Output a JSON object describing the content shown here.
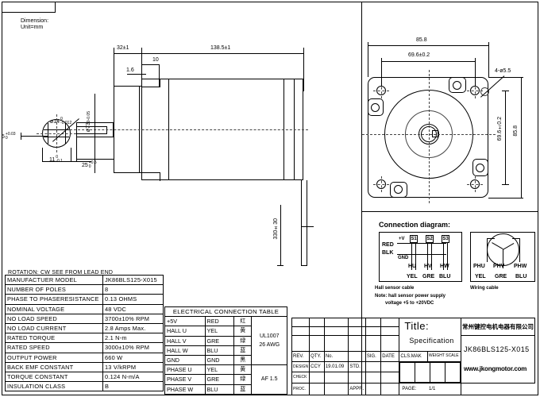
{
  "sheet": {
    "unit_note_line1": "Dimension:",
    "unit_note_line2": "Unit=mm"
  },
  "side_view": {
    "dims": {
      "flange_len": "32±1",
      "body_len": "138.5±1",
      "step_10": "10",
      "step_16": "1.6",
      "shaft_len": "25",
      "shaft_len_tol_up": "+0.5",
      "shaft_len_tol_dn": "0",
      "shaft_dia": "ø14",
      "shaft_dia_tol_up": "0",
      "shaft_dia_tol_dn": "-0.012",
      "pilot_dia": "ø73",
      "pilot_dia_tol_up": "0",
      "pilot_dia_tol_dn": "-0.05",
      "flat_len": "11",
      "flat_len_tol_up": "0",
      "flat_len_tol_dn": "-0.1",
      "key_w": "5",
      "key_w_tol_up": "+0.03",
      "key_w_tol_dn": "0",
      "cable_len": "330±30"
    }
  },
  "front_view": {
    "dims": {
      "width": "85.8",
      "bolt_circle_h": "69.6±0.2",
      "bolt_circle_v": "69.6±0.2",
      "height": "85.8",
      "holes": "4-ø5.5"
    }
  },
  "connection_diagram": {
    "title": "Connection diagram:",
    "hall": {
      "caption": "Hall sensor cable",
      "power_red": "RED",
      "power_blk": "BLK",
      "plus_v": "+V",
      "gnd": "GND",
      "sensors": [
        "S1",
        "S2",
        "S3"
      ],
      "signals": [
        "HU",
        "HV",
        "HW"
      ],
      "colors": [
        "YEL",
        "GRE",
        "BLU"
      ]
    },
    "wiring": {
      "caption": "Wiring cable",
      "phases": [
        "PHU",
        "PHV",
        "PHW"
      ],
      "colors": [
        "YEL",
        "GRE",
        "BLU"
      ]
    },
    "note_line1": "Note: hall sensor power supply",
    "note_line2": "voltage +5 to +20VDC"
  },
  "spec_table": {
    "header": "ROTATION: CW SEE FROM LEAD END",
    "rows": [
      {
        "label": "MANUFACTUER MODEL",
        "value": "JK86BLS125-X015"
      },
      {
        "label": "NUMBER OF POLES",
        "value": "8"
      },
      {
        "label": "PHASE TO PHASERESISTANCE",
        "value": "0.13 OHMS"
      },
      {
        "label": "NOMINAL  VOLTAGE",
        "value": "48 VDC"
      },
      {
        "label": "NO LOAD SPEED",
        "value": "3700±10% RPM"
      },
      {
        "label": "NO LOAD CURRENT",
        "value": "2.8 Amps Max."
      },
      {
        "label": "RATED TORQUE",
        "value": "2.1 N-m"
      },
      {
        "label": "RATED SPEED",
        "value": "3000±10% RPM"
      },
      {
        "label": "OUTPUT POWER",
        "value": "660 W"
      },
      {
        "label": "BACK EMF CONSTANT",
        "value": "13 V/kRPM"
      },
      {
        "label": "TORQUE CONSTANT",
        "value": "0.124 N-m/A"
      },
      {
        "label": "INSULATION CLASS",
        "value": "B"
      }
    ]
  },
  "electrical_table": {
    "title": "ELECTRICAL CONNECTION TABLE",
    "rows": [
      {
        "signal": "+5V",
        "color": "RED",
        "cn": "红"
      },
      {
        "signal": "HALL  U",
        "color": "YEL",
        "cn": "黄"
      },
      {
        "signal": "HALL  V",
        "color": "GRE",
        "cn": "绿"
      },
      {
        "signal": "HALL  W",
        "color": "BLU",
        "cn": "蓝"
      },
      {
        "signal": "GND",
        "color": "GND",
        "cn": "黑"
      },
      {
        "signal": "PHASE  U",
        "color": "YEL",
        "cn": "黄"
      },
      {
        "signal": "PHASE  V",
        "color": "GRE",
        "cn": "绿"
      },
      {
        "signal": "PHASE  W",
        "color": "BLU",
        "cn": "蓝"
      }
    ],
    "wire_spec_1_line1": "UL1007",
    "wire_spec_1_line2": "26  AWG",
    "wire_spec_2": "AF  1.5"
  },
  "title_block": {
    "rev": "REV.",
    "qty": "QTY.",
    "no": "No.",
    "sig": "SIG.",
    "date": "DATE",
    "design": "DESIGN",
    "design_by": "CCY",
    "design_date": "19.01.09",
    "std": "STD.",
    "check": "CHECK",
    "proc": "PROC.",
    "appr": "APPR.",
    "title_label": "Title:",
    "title_value": "Specification",
    "cls_mak": "CLS.MAK",
    "weight": "WEIGHT",
    "scale": "SCALE",
    "page_label": "PAGE:",
    "page_value": "1/1",
    "company_cn": "常州键控电机电器有限公司",
    "model": "JK86BLS125-X015",
    "website": "www.jkongmotor.com"
  }
}
